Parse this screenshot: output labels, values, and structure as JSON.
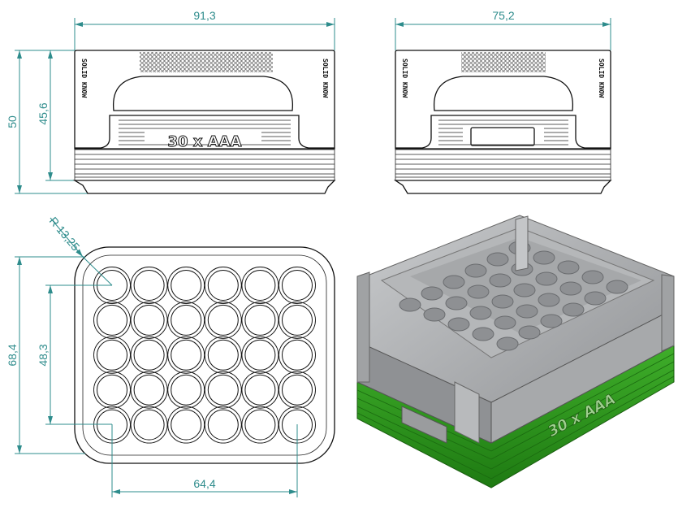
{
  "front_view": {
    "width_dim": "91,3",
    "height_dim": "50",
    "inner_height_dim": "45,6",
    "label": "30 x AAA",
    "brand": "SOLID KNOW"
  },
  "side_view": {
    "width_dim": "75,2",
    "brand": "SOLID KNOW"
  },
  "top_view": {
    "radius_dim": "R 13,25",
    "height_dim": "68,4",
    "pitch_height_dim": "48,3",
    "pitch_width_dim": "64,4",
    "rows": 5,
    "columns": 6
  },
  "render_view": {
    "label": "30 x AAA",
    "colors": {
      "base": "#2f9a1e",
      "frame": "#a9abad"
    }
  }
}
